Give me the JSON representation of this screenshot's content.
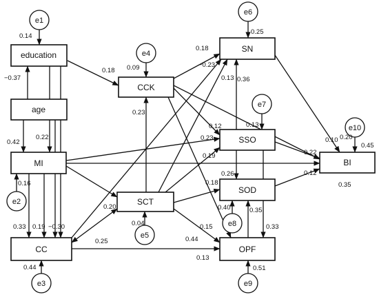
{
  "nodes": {
    "education": "education",
    "age": "age",
    "mi": "MI",
    "cc": "CC",
    "cck": "CCK",
    "sct": "SCT",
    "sn": "SN",
    "sso": "SSO",
    "sod": "SOD",
    "opf": "OPF",
    "bi": "BI"
  },
  "errors": {
    "e1": "e1",
    "e2": "e2",
    "e3": "e3",
    "e4": "e4",
    "e5": "e5",
    "e6": "e6",
    "e7": "e7",
    "e8": "e8",
    "e9": "e9",
    "e10": "e10"
  },
  "coefficients": {
    "edu_r2": "0.14",
    "age_edu": "−0.37",
    "edu_cck": "0.18",
    "cck_r2": "0.09",
    "sn_r2": "0.25",
    "cck_sn": "0.18",
    "sct_sn": "−0.23",
    "sso_sn_a": "0.13",
    "sso_sn_b": "0.36",
    "sso_r2": "0.13",
    "bi_r2_a": "0.20",
    "bi_r2_b": "0.45",
    "cck_bi": "0.10",
    "sct_cck": "0.23",
    "edu_mi": "0.22",
    "age_mi": "0.42",
    "cck_sso": "0.12",
    "mi_sso": "0.23",
    "sct_sso": "0.19",
    "sso_bi": "0.22",
    "mi_bi": "0.12",
    "sso_sod": "0.26",
    "sct_sod": "0.18",
    "mi_r2": "0.16",
    "bi_r2": "0.35",
    "sod_r2": "0.40",
    "opf_sod": "0.35",
    "sso_opf": "0.33",
    "mi_cc": "0.33",
    "edu_cc": "0.19",
    "age_cc": "−0.30",
    "sct_r2": "0.04",
    "sn_cc": "0.20",
    "sct_cc": "0.25",
    "sct_opf": "0.15",
    "cck_opf": "0.44",
    "cc_r2": "0.44",
    "cc_opf": "0.13",
    "opf_r2": "0.51"
  }
}
